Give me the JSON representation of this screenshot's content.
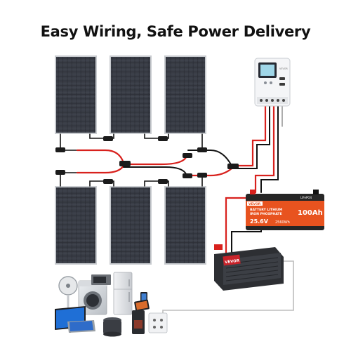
{
  "headline": "Easy Wiring, Safe Power Delivery",
  "controller": {
    "brand": "VEVOR"
  },
  "battery": {
    "brand": "VEVOR",
    "logo": "LIFePO4",
    "line1": "BATTERY LITHIUM",
    "line2": "IRON PHOSPHATE",
    "voltage": "25.6V",
    "capacity": "100Ah",
    "watt_hours": "2560Wh"
  },
  "inverter": {
    "brand": "VEVOR"
  },
  "colors": {
    "positive_wire": "#d8211d",
    "negative_wire": "#111111",
    "battery_orange": "#e8531f",
    "inverter_red": "#c8232a"
  }
}
